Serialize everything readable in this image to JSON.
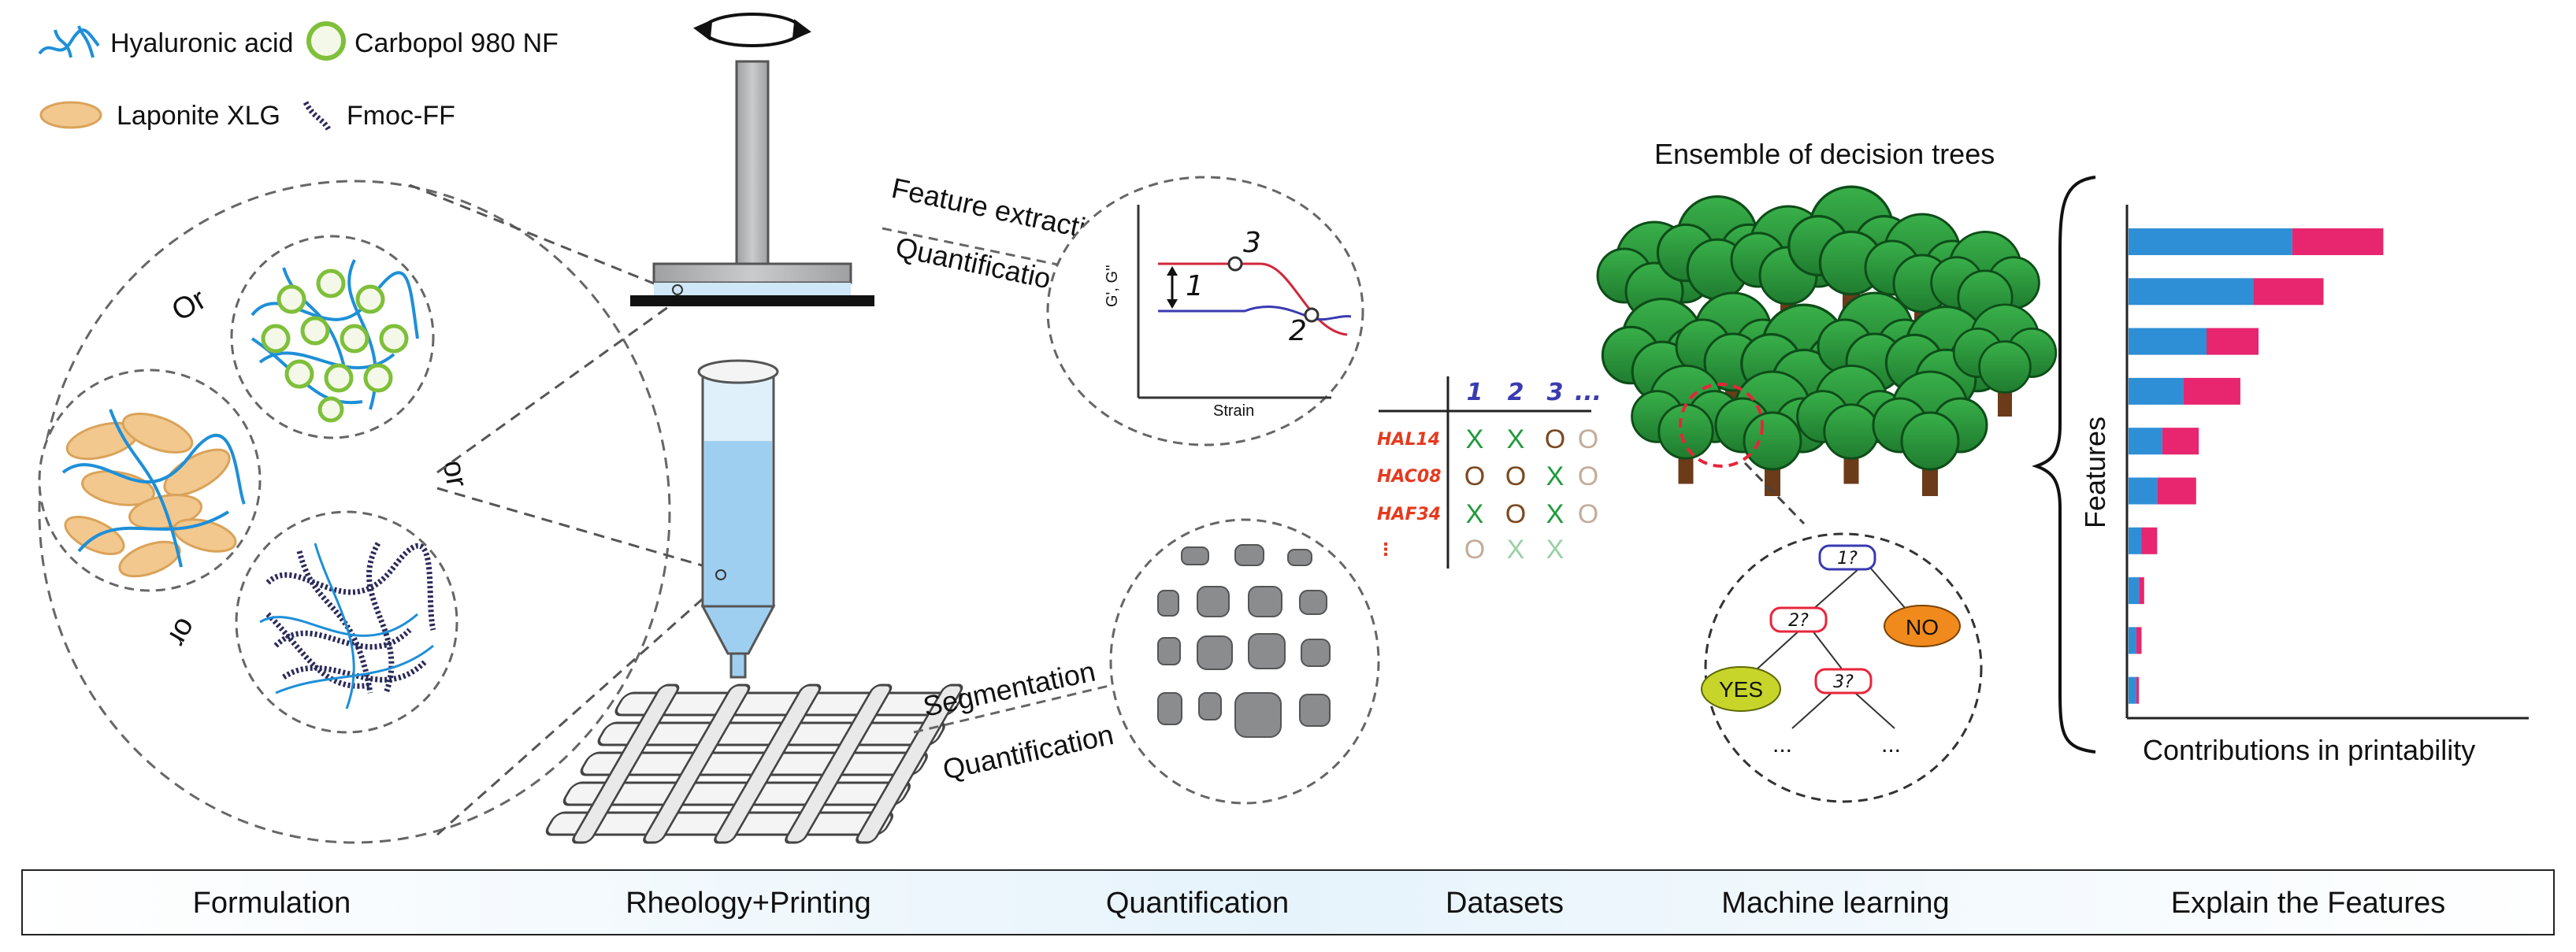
{
  "legend": {
    "items": [
      {
        "icon": "hyaluronic-acid-icon",
        "label": "Hyaluronic acid"
      },
      {
        "icon": "carbopol-icon",
        "label": "Carbopol 980 NF"
      },
      {
        "icon": "laponite-icon",
        "label": "Laponite XLG"
      },
      {
        "icon": "fmoc-ff-icon",
        "label": "Fmoc-FF"
      }
    ]
  },
  "formulation": {
    "or_label": "Or",
    "or_label_2": "or",
    "or_label_3": "or"
  },
  "rheology": {
    "feature_extraction": "Feature extraction",
    "quantification": "Quantification",
    "y_axis": "G', G''",
    "x_axis": "Strain",
    "marker_1": "1",
    "marker_2": "2",
    "marker_3": "3"
  },
  "printing": {
    "segmentation": "Segmentation",
    "quantification": "Quantification"
  },
  "dataset": {
    "columns": [
      "1",
      "2",
      "3",
      "..."
    ],
    "rows": [
      {
        "name": "HAL14",
        "cells": [
          "X",
          "X",
          "O",
          "O"
        ]
      },
      {
        "name": "HAC08",
        "cells": [
          "O",
          "O",
          "X",
          "O"
        ]
      },
      {
        "name": "HAF34",
        "cells": [
          "X",
          "O",
          "X",
          "O"
        ]
      },
      {
        "name": "⋮",
        "cells": [
          "O",
          "X",
          "X",
          ""
        ]
      }
    ]
  },
  "ml": {
    "title": "Ensemble of decision trees",
    "node_root": "1?",
    "node_2": "2?",
    "node_3": "3?",
    "leaf_no": "NO",
    "leaf_yes": "YES",
    "ellipsis_left": "...",
    "ellipsis_right": "..."
  },
  "features_chart": {
    "ylabel": "Features",
    "xlabel": "Contributions in printability"
  },
  "chart_data": {
    "type": "bar",
    "orientation": "horizontal",
    "stacked": true,
    "xlabel": "Contributions in printability",
    "ylabel": "Features",
    "xlim": [
      0,
      1
    ],
    "series": [
      {
        "color": "#2e8fd6",
        "values": [
          0.63,
          0.48,
          0.3,
          0.21,
          0.13,
          0.11,
          0.05,
          0.04,
          0.03,
          0.03
        ]
      },
      {
        "color": "#e8256f",
        "values": [
          0.35,
          0.27,
          0.2,
          0.22,
          0.14,
          0.15,
          0.06,
          0.02,
          0.02,
          0.01
        ]
      }
    ],
    "grid": false,
    "legend": "none"
  },
  "pipeline": {
    "steps": [
      "Formulation",
      "Rheology+Printing",
      "Quantification",
      "Datasets",
      "Machine learning",
      "Explain the Features"
    ]
  },
  "colors": {
    "blue": "#2e8fd6",
    "pink": "#e8256f",
    "green_cross": "#1f9a3a",
    "brown_circle": "#7b4a22",
    "row_label": "#e53a1f",
    "column_label": "#3a3ab0",
    "leaf_no": "#f08a1c",
    "leaf_yes": "#c7d42a"
  }
}
